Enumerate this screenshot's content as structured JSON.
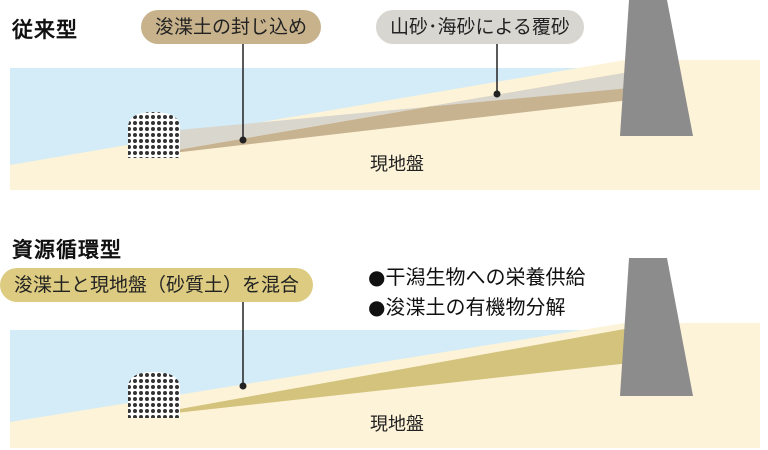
{
  "colors": {
    "water": "#d4ecf7",
    "ground": "#fdf3d8",
    "wall": "#8c8c8c",
    "tan_layer": "#c8b391",
    "sand_cap": "#d9d6ce",
    "mixed_layer": "#d4c37d",
    "pill_tan": "#c7b28c",
    "pill_grey": "#d8d6d0",
    "pill_yellow": "#dccb80",
    "leader": "#222222",
    "mound_dot": "#333333"
  },
  "top": {
    "heading": "従来型",
    "callout_left": "浚渫土の封じ込め",
    "callout_right": "山砂･海砂による覆砂",
    "ground_label": "現地盤"
  },
  "bottom": {
    "heading": "資源循環型",
    "callout": "浚渫土と現地盤（砂質土）を混合",
    "bullets": [
      "●干潟生物への栄養供給",
      "●浚渫土の有機物分解"
    ],
    "ground_label": "現地盤"
  }
}
